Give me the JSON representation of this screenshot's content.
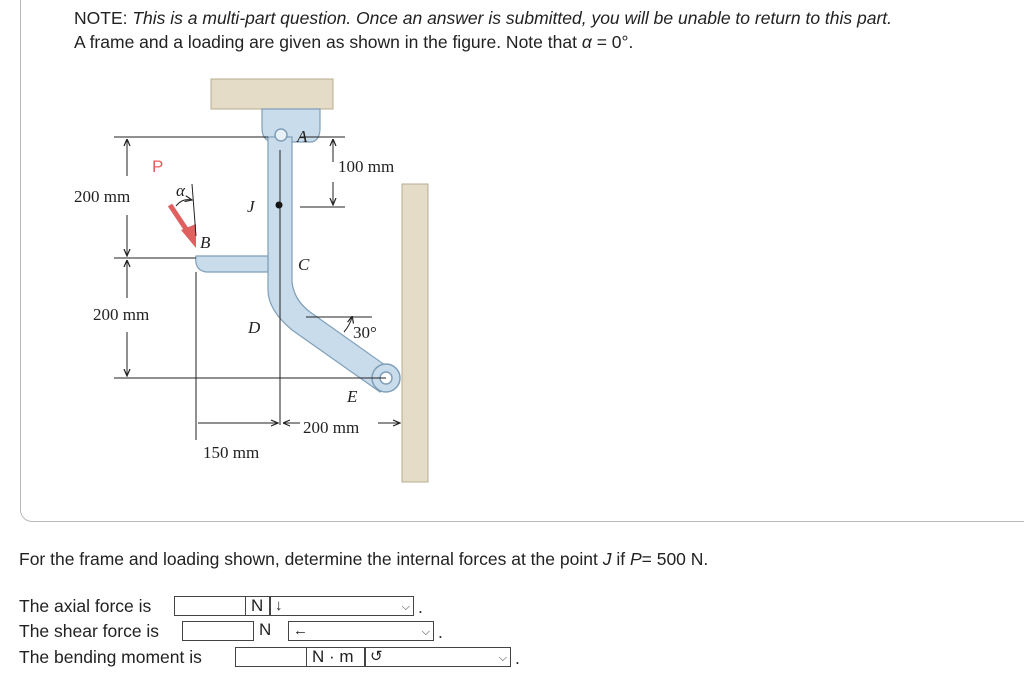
{
  "note": {
    "prefix": "NOTE:",
    "italic_text": "This is a multi-part question. Once an answer is submitted, you will be unable to return to this part.",
    "line2_text": "A frame and a loading are given as shown in the figure. Note that",
    "line2_symbol": "α",
    "line2_value": "= 0°."
  },
  "figure": {
    "labels": {
      "P": "P",
      "alpha": "α",
      "A": "A",
      "B": "B",
      "C": "C",
      "D": "D",
      "E": "E",
      "J": "J",
      "dim_100": "100 mm",
      "dim_200_top": "200 mm",
      "dim_200_mid": "200 mm",
      "dim_150": "150 mm",
      "dim_200_bottom": "200 mm",
      "angle_30": "30°"
    },
    "colors": {
      "member_fill": "#c9dcec",
      "member_stroke": "#7f9fb8",
      "support_fill": "#e4dcc6",
      "load_arrow": "#e06060"
    }
  },
  "question": {
    "prefix": "For the frame and loading shown, determine the internal forces at the point",
    "point": "J",
    "mid": "if",
    "var": "P",
    "value": "= 500 N."
  },
  "answers": {
    "axial": {
      "label": "The axial force is",
      "value": "",
      "unit": "N",
      "direction": "↓"
    },
    "shear": {
      "label": "The shear force is",
      "value": "",
      "unit": "N",
      "direction": "←"
    },
    "moment": {
      "label": "The bending moment is",
      "value": "",
      "unit": "N · m",
      "direction": "↺"
    },
    "period": "."
  }
}
